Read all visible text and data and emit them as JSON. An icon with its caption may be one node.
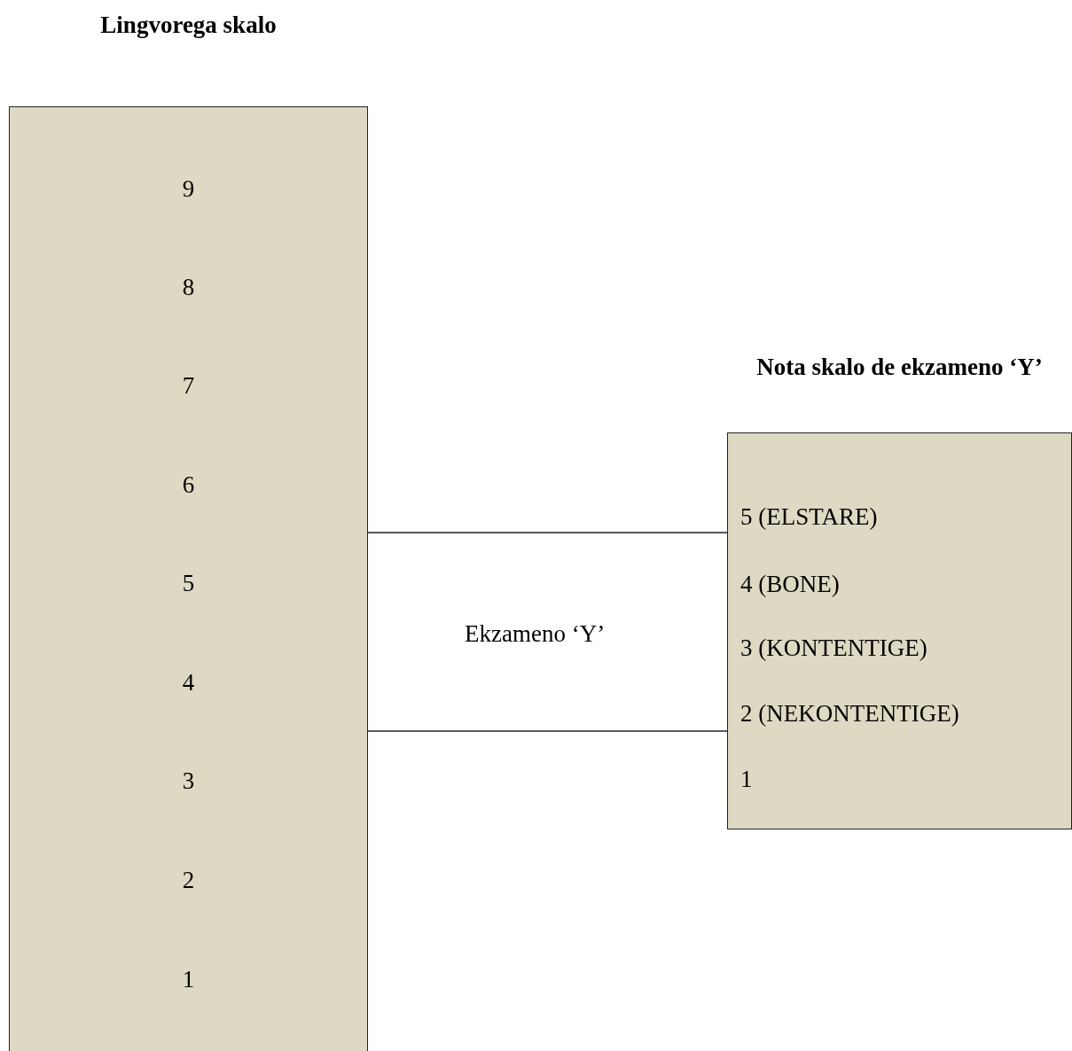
{
  "diagram": {
    "nodes": [
      {
        "text": [
          "Lingvorega skalo",
          "9",
          "8",
          "7",
          "6",
          "5",
          "4",
          "3",
          "2",
          "1"
        ]
      },
      {
        "text": [
          "Nota skalo de ekzameno ‘Y’",
          "5 (ELSTARE)",
          "4 (BONE)",
          "3 (KONTENTIGE)",
          "2 (NEKONTENTIGE)",
          "1"
        ]
      }
    ],
    "edges": [
      {
        "from": 0,
        "to": 1,
        "arrow": "none"
      },
      {
        "from": 0,
        "to": 1,
        "arrow": "none"
      }
    ],
    "labels": [
      "Ekzameno ‘Y’"
    ]
  }
}
